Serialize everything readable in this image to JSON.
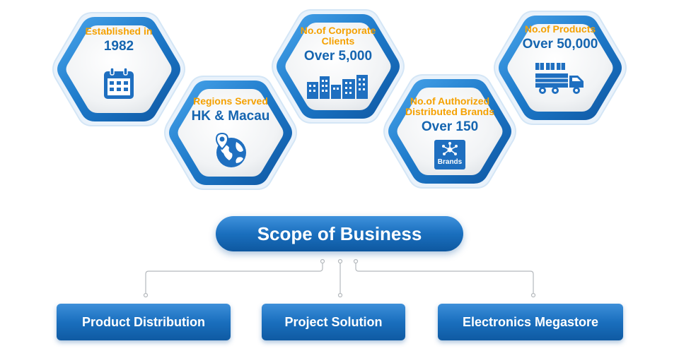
{
  "stats": [
    {
      "label": "Established in",
      "value": "1982",
      "icon": "calendar-icon"
    },
    {
      "label": "Regions Served",
      "value": "HK & Macau",
      "icon": "globe-pin-icon"
    },
    {
      "label": "No.of Corporate Clients",
      "value": "Over 5,000",
      "icon": "buildings-icon"
    },
    {
      "label": "No.of Authorized Distributed Brands",
      "value": "Over 150",
      "icon": "brands-icon",
      "icon_text": "Brands"
    },
    {
      "label": "No.of Products",
      "value": "Over 50,000",
      "icon": "delivery-truck-icon"
    }
  ],
  "scope": {
    "title": "Scope of Business"
  },
  "business": [
    {
      "label": "Product Distribution"
    },
    {
      "label": "Project Solution"
    },
    {
      "label": "Electronics Megastore"
    }
  ],
  "colors": {
    "accent": "#f5a100",
    "brand_blue": "#1565b0",
    "pill_blue": "#1a6fbe"
  }
}
